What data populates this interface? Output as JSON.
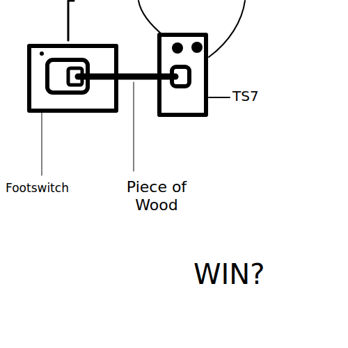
{
  "diagram": {
    "labels": [
      "Footswitch",
      "Piece of Wood",
      "TS7",
      "WIN?"
    ]
  }
}
